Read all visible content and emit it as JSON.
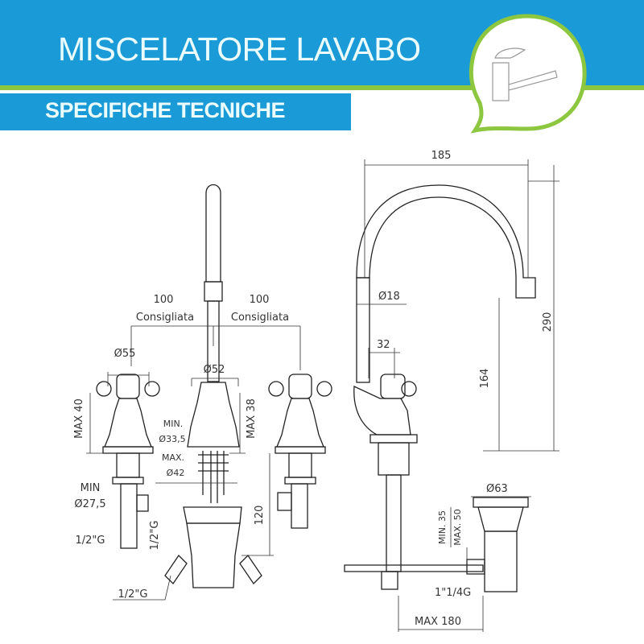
{
  "header": {
    "title": "MISCELATORE LAVABO",
    "subtitle": "SPECIFICHE TECNICHE",
    "badge_icon": "faucet-icon",
    "colors": {
      "blue": "#1a9ad6",
      "green": "#8dc63f",
      "text": "#eafcff"
    }
  },
  "drawing": {
    "front": {
      "spacing_left": "100",
      "spacing_left_note": "Consigliata",
      "spacing_right": "100",
      "spacing_right_note": "Consigliata",
      "handle_diameter": "Ø55",
      "spout_base_diameter": "Ø52",
      "handle_height": "MAX 40",
      "spout_height": "MAX 38",
      "hole_min_label": "MIN.",
      "hole_min": "Ø33,5",
      "hole_max_label": "MAX.",
      "hole_max": "Ø42",
      "handle_hole_min_label": "MIN",
      "handle_hole_min": "Ø27,5",
      "connection_left": "1/2\"G",
      "connection_vertical": "1/2\"G",
      "connection_bottom": "1/2\"G",
      "shank_length": "120"
    },
    "side": {
      "spout_reach": "185",
      "total_height": "290",
      "spout_diameter": "Ø18",
      "handle_offset": "32",
      "outlet_height": "164",
      "waste_diameter": "Ø63",
      "waste_min": "MIN. 35",
      "waste_max": "MAX. 50",
      "waste_connection": "1\"1/4G",
      "rod_length": "MAX 180"
    }
  }
}
